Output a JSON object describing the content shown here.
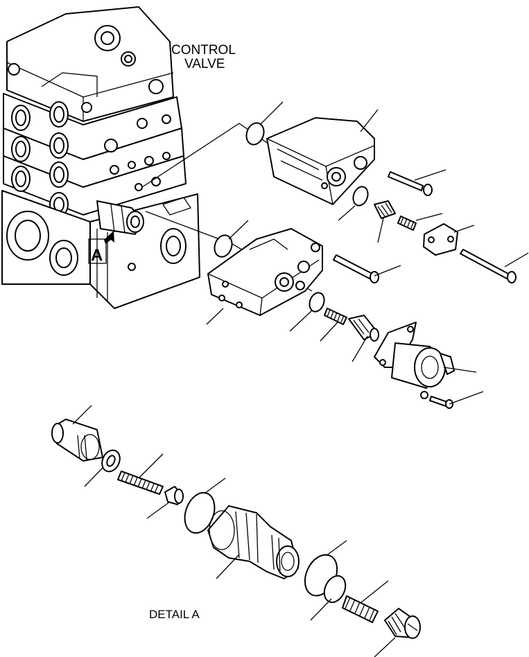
{
  "labels": {
    "control_valve_line1": "CONTROL",
    "control_valve_line2": "VALVE",
    "view_marker": "A",
    "detail": "DETAIL A"
  }
}
